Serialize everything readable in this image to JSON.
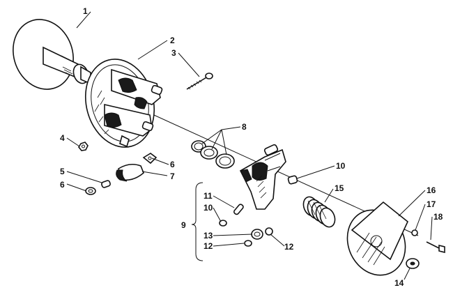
{
  "diagram": {
    "parts": [
      {
        "id": "p1",
        "label": "1"
      },
      {
        "id": "p2",
        "label": "2"
      },
      {
        "id": "p3",
        "label": "3"
      },
      {
        "id": "p4",
        "label": "4"
      },
      {
        "id": "p5",
        "label": "5"
      },
      {
        "id": "p6a",
        "label": "6"
      },
      {
        "id": "p6b",
        "label": "6"
      },
      {
        "id": "p7",
        "label": "7"
      },
      {
        "id": "p8",
        "label": "8"
      },
      {
        "id": "p9",
        "label": "9"
      },
      {
        "id": "p10a",
        "label": "10"
      },
      {
        "id": "p10b",
        "label": "10"
      },
      {
        "id": "p11",
        "label": "11"
      },
      {
        "id": "p12a",
        "label": "12"
      },
      {
        "id": "p12b",
        "label": "12"
      },
      {
        "id": "p13",
        "label": "13"
      },
      {
        "id": "p14",
        "label": "14"
      },
      {
        "id": "p15",
        "label": "15"
      },
      {
        "id": "p16",
        "label": "16"
      },
      {
        "id": "p17",
        "label": "17"
      },
      {
        "id": "p18",
        "label": "18"
      }
    ]
  },
  "colors": {
    "ink": "#111111",
    "paper": "#ffffff"
  }
}
